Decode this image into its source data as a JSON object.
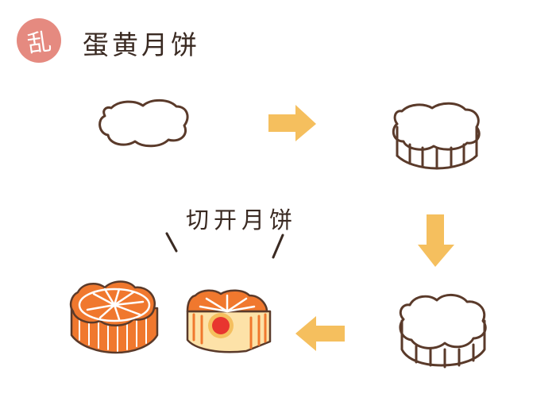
{
  "logo": {
    "text": "乱",
    "color": "#e07f75"
  },
  "header": {
    "title": "蛋黄月饼"
  },
  "steps": {
    "caption": "切开月饼",
    "arrow_color": "#f5bf5e",
    "outline_color": "#5a3a2a",
    "orange": "#f0782e",
    "yolk": "#e8352f"
  }
}
